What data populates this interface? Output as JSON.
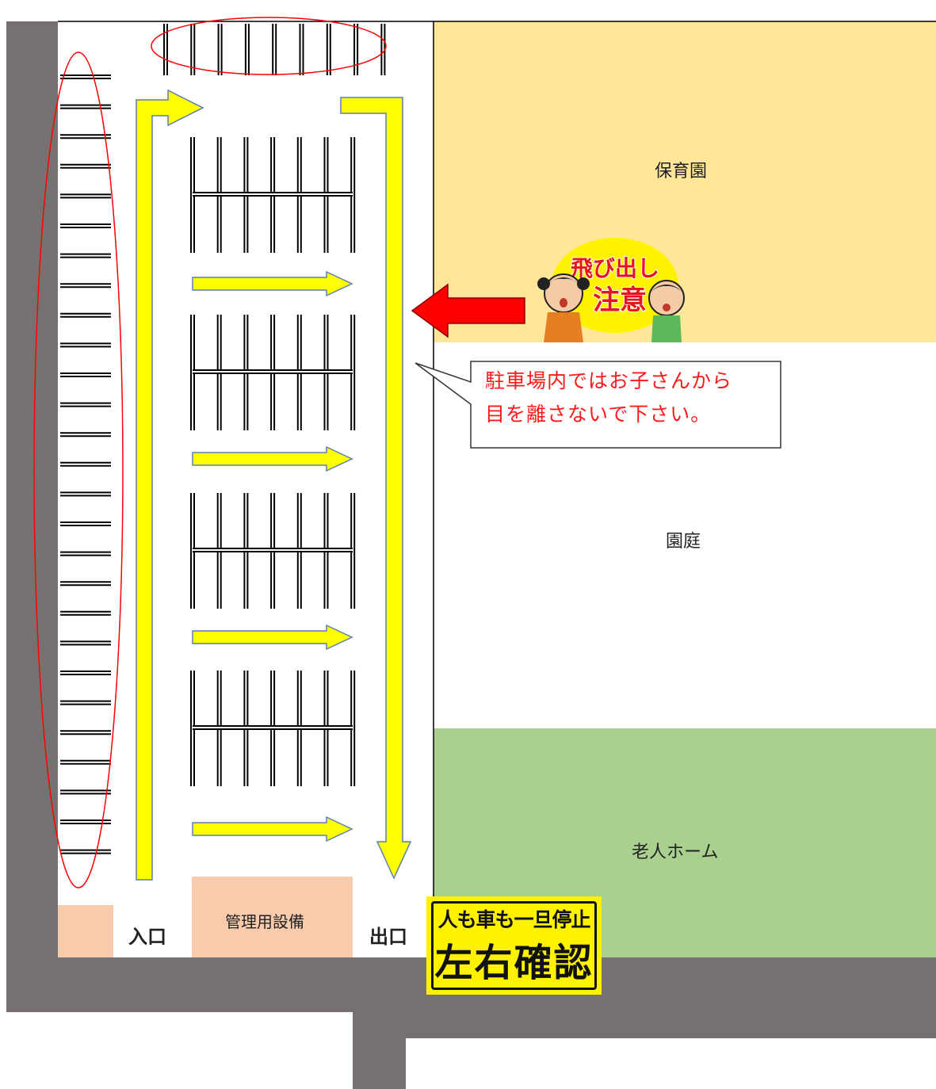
{
  "zones": {
    "nursery": "保育園",
    "garden": "園庭",
    "elderly_home": "老人ホーム",
    "facility": "管理用設備",
    "entrance": "入口",
    "exit": "出口"
  },
  "callout": {
    "line1": "駐車場内ではお子さんから",
    "line2": "目を離さないで下さい。"
  },
  "caution_sign": {
    "line1": "飛び出し",
    "line2": "注意"
  },
  "stop_sign": {
    "line1": "人も車も一旦停止",
    "line2": "左右確認"
  },
  "colors": {
    "road": "#767170",
    "nursery": "#ffe699",
    "elderly_home": "#a9d08e",
    "facility": "#f8cbad",
    "traffic_arrow": "#ffff00",
    "warning_arrow": "#ff0000",
    "highlight_ellipse": "#ff0000",
    "callout_text": "#ff1a1a"
  },
  "icons": [
    "traffic-arrow-icon",
    "warning-arrow-icon",
    "children-caution-icon",
    "stop-sign-icon"
  ]
}
